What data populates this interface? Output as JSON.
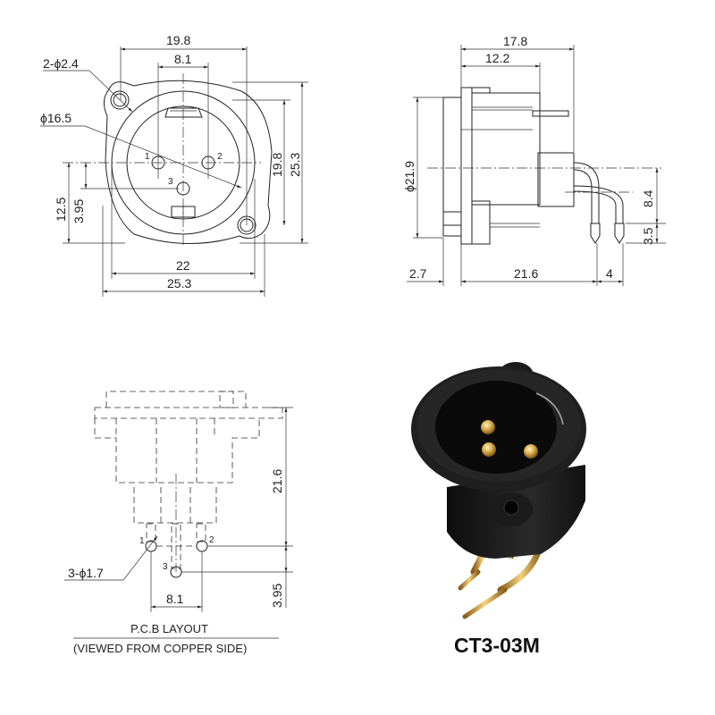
{
  "front_view": {
    "dims": {
      "width_holes": "19.8",
      "pin_spacing": "8.1",
      "mount_hole": "2-ϕ2.4",
      "insert_dia": "ϕ16.5",
      "height_holes": "19.8",
      "height_total": "25.3",
      "offset_center": "12.5",
      "pin3_offset": "3.95",
      "width_body": "22",
      "width_total": "25.3"
    },
    "pins": [
      "1",
      "2",
      "3"
    ]
  },
  "side_view": {
    "dims": {
      "depth_total": "17.8",
      "depth_body": "12.2",
      "flange_dia": "ϕ21.9",
      "pin_rise": "8.4",
      "pin_tip": "3.5",
      "flange": "2.7",
      "pin_reach": "21.6",
      "pin_pitch": "4"
    }
  },
  "pcb_view": {
    "dims": {
      "height": "21.6",
      "hole_dia": "3-ϕ1.7",
      "pin_spacing": "8.1",
      "pin3_offset": "3.95"
    },
    "pins": [
      "1",
      "2",
      "3"
    ],
    "caption_title": "P.C.B LAYOUT",
    "caption_subtitle": "(VIEWED FROM COPPER SIDE)"
  },
  "product": {
    "model": "CT3-03M",
    "colors": {
      "body": "#1c1c1c",
      "pins": "#d4a84a"
    }
  }
}
